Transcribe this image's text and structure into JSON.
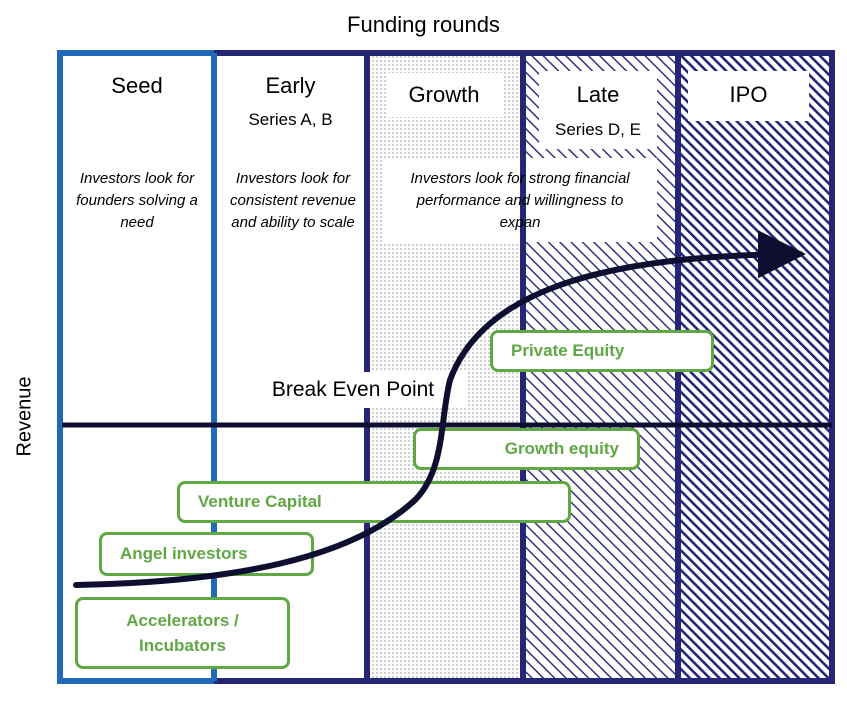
{
  "title": "Funding rounds",
  "y_axis_label": "Revenue",
  "stages": [
    {
      "name": "Seed",
      "subtitle": "",
      "description": "Investors look for founders solving a need"
    },
    {
      "name": "Early",
      "subtitle": "Series A, B",
      "description": "Investors look for consistent revenue and ability to scale"
    },
    {
      "name": "Growth",
      "subtitle": "",
      "description": "Investors look for strong financial performance and willingness to expan"
    },
    {
      "name": "Late",
      "subtitle": "Series D, E",
      "description": ""
    },
    {
      "name": "IPO",
      "subtitle": "",
      "description": ""
    }
  ],
  "break_even_label": "Break Even Point",
  "investors": [
    {
      "label": "Accelerators / Incubators"
    },
    {
      "label": "Angel investors"
    },
    {
      "label": "Venture Capital"
    },
    {
      "label": "Growth equity"
    },
    {
      "label": "Private Equity"
    }
  ],
  "colors": {
    "navy": "#262677",
    "blue": "#2369b9",
    "green": "#5fa844",
    "curve": "#0e0e30"
  }
}
